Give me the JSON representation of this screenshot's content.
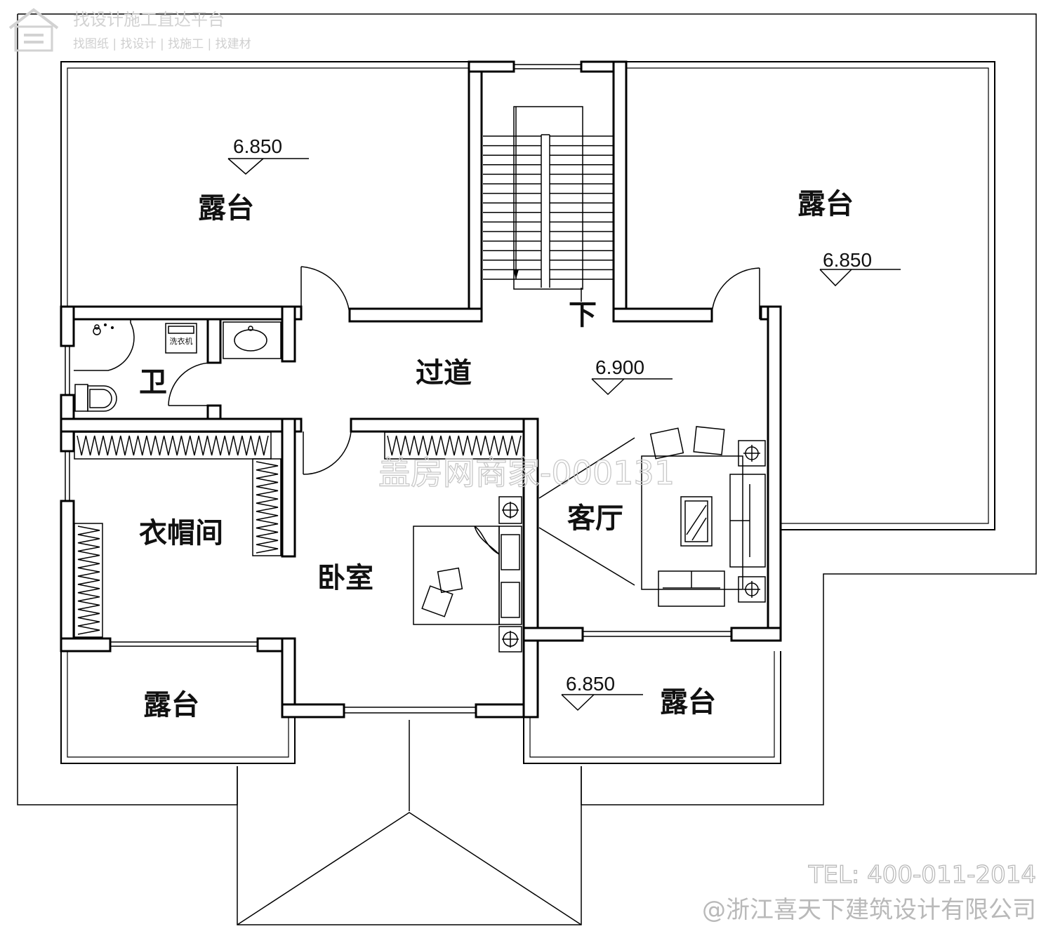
{
  "watermark": {
    "platform_title": "找设计施工直达平台",
    "platform_subtitle": "找图纸 | 找设计 | 找施工 | 找建材",
    "center_mark": "盖房网商家-000131",
    "tel": "TEL: 400-011-2014",
    "company": "@浙江喜天下建筑设计有限公司"
  },
  "rooms": {
    "terrace_top_left": "露台",
    "terrace_top_right": "露台",
    "terrace_bottom_left": "露台",
    "terrace_bottom_right": "露台",
    "corridor": "过道",
    "bathroom": "卫",
    "cloakroom": "衣帽间",
    "bedroom": "卧室",
    "living_room": "客厅",
    "stair_down": "下"
  },
  "elevations": {
    "top_left": "6.850",
    "top_right": "6.850",
    "corridor": "6.900",
    "bottom_right": "6.850"
  },
  "fixtures": {
    "washing_machine": "洗衣机"
  }
}
